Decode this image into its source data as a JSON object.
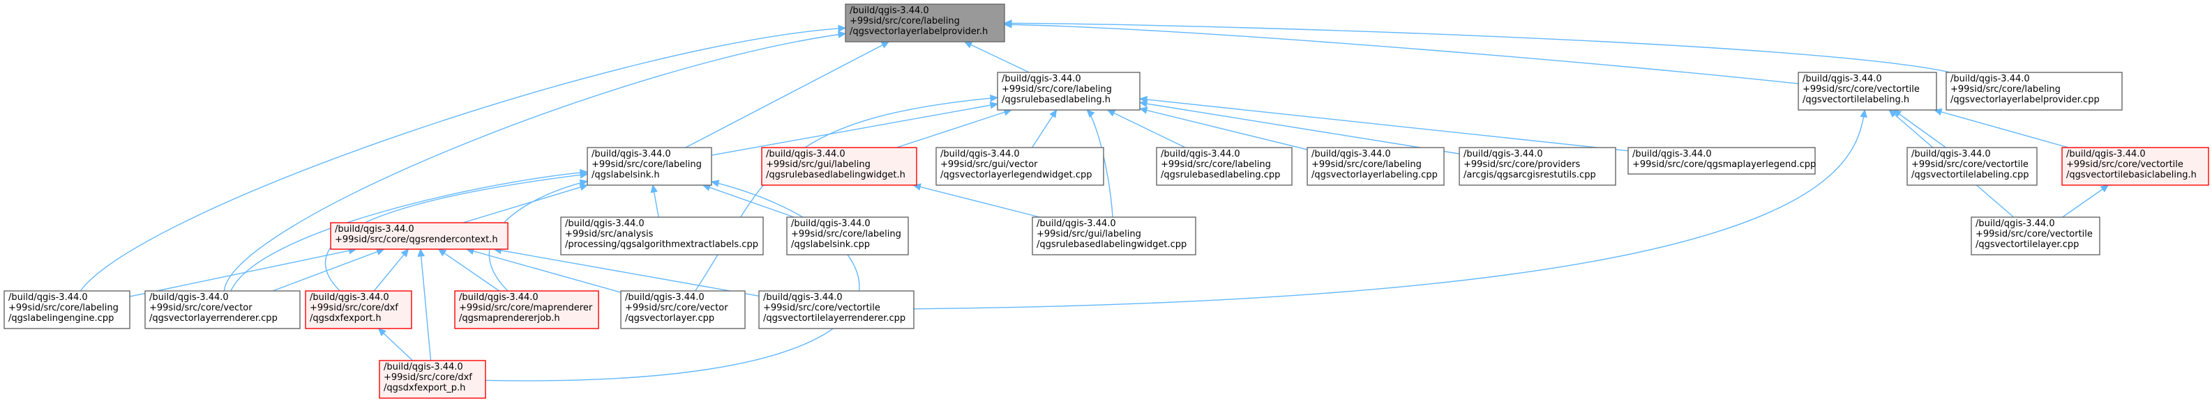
{
  "colors": {
    "edge": "#63B8FF",
    "root_fill": "#999999",
    "root_border": "#666666",
    "node_fill": "#FFFFFF",
    "node_border": "#666666",
    "incomplete_fill": "#FFF0F0",
    "incomplete_border": "#FF0000"
  },
  "nodes": [
    {
      "id": "root",
      "style": "root",
      "lines": [
        "/build/qgis-3.44.0",
        "+99sid/src/core/labeling",
        "/qgsvectorlayerlabelprovider.h"
      ]
    },
    {
      "id": "rulebasedlabeling_h",
      "style": "normal",
      "lines": [
        "/build/qgis-3.44.0",
        "+99sid/src/core/labeling",
        "/qgsrulebasedlabeling.h"
      ]
    },
    {
      "id": "vectortilelabeling_h",
      "style": "normal",
      "lines": [
        "/build/qgis-3.44.0",
        "+99sid/src/core/vectortile",
        "/qgsvectortilelabeling.h"
      ]
    },
    {
      "id": "vectorlayerlabelprovider_cpp",
      "style": "normal",
      "lines": [
        "/build/qgis-3.44.0",
        "+99sid/src/core/labeling",
        "/qgsvectorlayerlabelprovider.cpp"
      ]
    },
    {
      "id": "labelsink_h",
      "style": "normal",
      "lines": [
        "/build/qgis-3.44.0",
        "+99sid/src/core/labeling",
        "/qgslabelsink.h"
      ]
    },
    {
      "id": "rulebasedlabelingwidget_h",
      "style": "incomplete",
      "lines": [
        "/build/qgis-3.44.0",
        "+99sid/src/gui/labeling",
        "/qgsrulebasedlabelingwidget.h"
      ]
    },
    {
      "id": "vectorlayerlegendwidget_cpp",
      "style": "normal",
      "lines": [
        "/build/qgis-3.44.0",
        "+99sid/src/gui/vector",
        "/qgsvectorlayerlegendwidget.cpp"
      ]
    },
    {
      "id": "rulebasedlabeling_cpp",
      "style": "normal",
      "lines": [
        "/build/qgis-3.44.0",
        "+99sid/src/core/labeling",
        "/qgsrulebasedlabeling.cpp"
      ]
    },
    {
      "id": "vectorlayerlabeling_cpp",
      "style": "normal",
      "lines": [
        "/build/qgis-3.44.0",
        "+99sid/src/core/labeling",
        "/qgsvectorlayerlabeling.cpp"
      ]
    },
    {
      "id": "arcgisrestutils_cpp",
      "style": "normal",
      "lines": [
        "/build/qgis-3.44.0",
        "+99sid/src/core/providers",
        "/arcgis/qgsarcgisrestutils.cpp"
      ]
    },
    {
      "id": "maplayerlegend_cpp",
      "style": "normal",
      "lines": [
        "/build/qgis-3.44.0",
        "+99sid/src/core/qgsmaplayerlegend.cpp"
      ]
    },
    {
      "id": "vectortilelabeling_cpp",
      "style": "normal",
      "lines": [
        "/build/qgis-3.44.0",
        "+99sid/src/core/vectortile",
        "/qgsvectortilelabeling.cpp"
      ]
    },
    {
      "id": "vectortilebasiclabeling_h",
      "style": "incomplete",
      "lines": [
        "/build/qgis-3.44.0",
        "+99sid/src/core/vectortile",
        "/qgsvectortilebasiclabeling.h"
      ]
    },
    {
      "id": "rendercontext_h",
      "style": "incomplete",
      "lines": [
        "/build/qgis-3.44.0",
        "+99sid/src/core/qgsrendercontext.h"
      ]
    },
    {
      "id": "algorithmextractlabels_cpp",
      "style": "normal",
      "lines": [
        "/build/qgis-3.44.0",
        "+99sid/src/analysis",
        "/processing/qgsalgorithmextractlabels.cpp"
      ]
    },
    {
      "id": "labelsink_cpp",
      "style": "normal",
      "lines": [
        "/build/qgis-3.44.0",
        "+99sid/src/core/labeling",
        "/qgslabelsink.cpp"
      ]
    },
    {
      "id": "rulebasedlabelingwidget_cpp",
      "style": "normal",
      "lines": [
        "/build/qgis-3.44.0",
        "+99sid/src/gui/labeling",
        "/qgsrulebasedlabelingwidget.cpp"
      ]
    },
    {
      "id": "vectortilelayer_cpp",
      "style": "normal",
      "lines": [
        "/build/qgis-3.44.0",
        "+99sid/src/core/vectortile",
        "/qgsvectortilelayer.cpp"
      ]
    },
    {
      "id": "labelingengine_cpp",
      "style": "normal",
      "lines": [
        "/build/qgis-3.44.0",
        "+99sid/src/core/labeling",
        "/qgslabelingengine.cpp"
      ]
    },
    {
      "id": "vectorlayerrenderer_cpp",
      "style": "normal",
      "lines": [
        "/build/qgis-3.44.0",
        "+99sid/src/core/vector",
        "/qgsvectorlayerrenderer.cpp"
      ]
    },
    {
      "id": "dxfexport_h",
      "style": "incomplete",
      "lines": [
        "/build/qgis-3.44.0",
        "+99sid/src/core/dxf",
        "/qgsdxfexport.h"
      ]
    },
    {
      "id": "maprendererjob_h",
      "style": "incomplete",
      "lines": [
        "/build/qgis-3.44.0",
        "+99sid/src/core/maprenderer",
        "/qgsmaprendererjob.h"
      ]
    },
    {
      "id": "vectorlayer_cpp",
      "style": "normal",
      "lines": [
        "/build/qgis-3.44.0",
        "+99sid/src/core/vector",
        "/qgsvectorlayer.cpp"
      ]
    },
    {
      "id": "vectortilelayerrenderer_cpp",
      "style": "normal",
      "lines": [
        "/build/qgis-3.44.0",
        "+99sid/src/core/vectortile",
        "/qgsvectortilelayerrenderer.cpp"
      ]
    },
    {
      "id": "dxfexport_p_h",
      "style": "incomplete",
      "lines": [
        "/build/qgis-3.44.0",
        "+99sid/src/core/dxf",
        "/qgsdxfexport_p.h"
      ]
    }
  ],
  "edges": [
    {
      "from": "rulebasedlabeling_h",
      "to": "root"
    },
    {
      "from": "vectortilelabeling_h",
      "to": "root"
    },
    {
      "from": "vectorlayerlabelprovider_cpp",
      "to": "root"
    },
    {
      "from": "labelsink_h",
      "to": "root"
    },
    {
      "from": "labelingengine_cpp",
      "to": "root"
    },
    {
      "from": "vectorlayerrenderer_cpp",
      "to": "root"
    },
    {
      "from": "labelsink_h",
      "to": "rulebasedlabeling_h"
    },
    {
      "from": "rulebasedlabelingwidget_h",
      "to": "rulebasedlabeling_h"
    },
    {
      "from": "vectorlayerlegendwidget_cpp",
      "to": "rulebasedlabeling_h"
    },
    {
      "from": "rulebasedlabeling_cpp",
      "to": "rulebasedlabeling_h"
    },
    {
      "from": "vectorlayerlabeling_cpp",
      "to": "rulebasedlabeling_h"
    },
    {
      "from": "arcgisrestutils_cpp",
      "to": "rulebasedlabeling_h"
    },
    {
      "from": "maplayerlegend_cpp",
      "to": "rulebasedlabeling_h"
    },
    {
      "from": "rulebasedlabelingwidget_cpp",
      "to": "rulebasedlabeling_h"
    },
    {
      "from": "vectorlayer_cpp",
      "to": "rulebasedlabeling_h"
    },
    {
      "from": "vectortilelabeling_cpp",
      "to": "vectortilelabeling_h"
    },
    {
      "from": "vectortilebasiclabeling_h",
      "to": "vectortilelabeling_h"
    },
    {
      "from": "vectortilelayer_cpp",
      "to": "vectortilelabeling_h"
    },
    {
      "from": "vectortilelayerrenderer_cpp",
      "to": "vectortilelabeling_h"
    },
    {
      "from": "vectortilelayer_cpp",
      "to": "vectortilebasiclabeling_h"
    },
    {
      "from": "rulebasedlabelingwidget_cpp",
      "to": "rulebasedlabelingwidget_h"
    },
    {
      "from": "rendercontext_h",
      "to": "labelsink_h"
    },
    {
      "from": "algorithmextractlabels_cpp",
      "to": "labelsink_h"
    },
    {
      "from": "labelsink_cpp",
      "to": "labelsink_h"
    },
    {
      "from": "vectorlayerrenderer_cpp",
      "to": "labelsink_h"
    },
    {
      "from": "dxfexport_h",
      "to": "labelsink_h"
    },
    {
      "from": "maprendererjob_h",
      "to": "labelsink_h"
    },
    {
      "from": "dxfexport_p_h",
      "to": "labelsink_h"
    },
    {
      "from": "labelingengine_cpp",
      "to": "rendercontext_h"
    },
    {
      "from": "vectorlayerrenderer_cpp",
      "to": "rendercontext_h"
    },
    {
      "from": "dxfexport_h",
      "to": "rendercontext_h"
    },
    {
      "from": "maprendererjob_h",
      "to": "rendercontext_h"
    },
    {
      "from": "vectorlayer_cpp",
      "to": "rendercontext_h"
    },
    {
      "from": "vectortilelayerrenderer_cpp",
      "to": "rendercontext_h"
    },
    {
      "from": "dxfexport_p_h",
      "to": "rendercontext_h"
    },
    {
      "from": "dxfexport_p_h",
      "to": "dxfexport_h"
    }
  ]
}
